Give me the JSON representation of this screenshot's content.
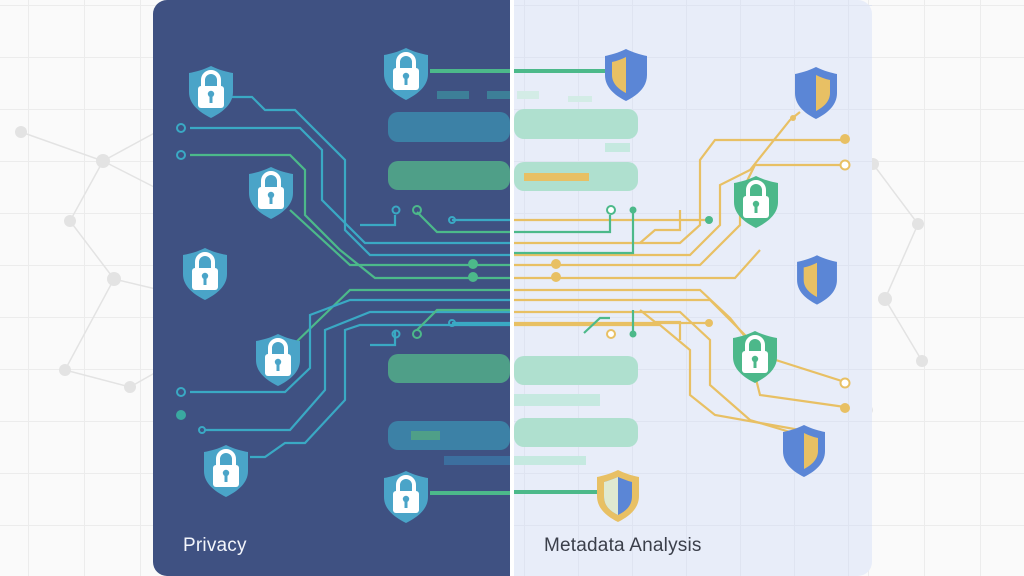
{
  "illustration": {
    "left_panel": {
      "label": "Privacy",
      "background": "#3f5182",
      "icon_type": "lock-shield-icon",
      "icon_color": "#4aa4c8",
      "circuit_colors": [
        "#3aa9c4",
        "#4cb98a"
      ],
      "lock_count": 7
    },
    "right_panel": {
      "label": "Metadata Analysis",
      "background": "#e8edf9",
      "icon_types": [
        "shield-icon",
        "lock-shield-icon"
      ],
      "shield_colors": [
        "#5b86d6",
        "#e8c064"
      ],
      "lock_color": "#4cb88a",
      "circuit_color": "#e8c064",
      "shield_count": 5,
      "lock_count": 2
    },
    "center_bars_color_left": [
      "#3c81a6",
      "#4f9f88"
    ],
    "center_bars_color_right": "#afe0cf"
  }
}
